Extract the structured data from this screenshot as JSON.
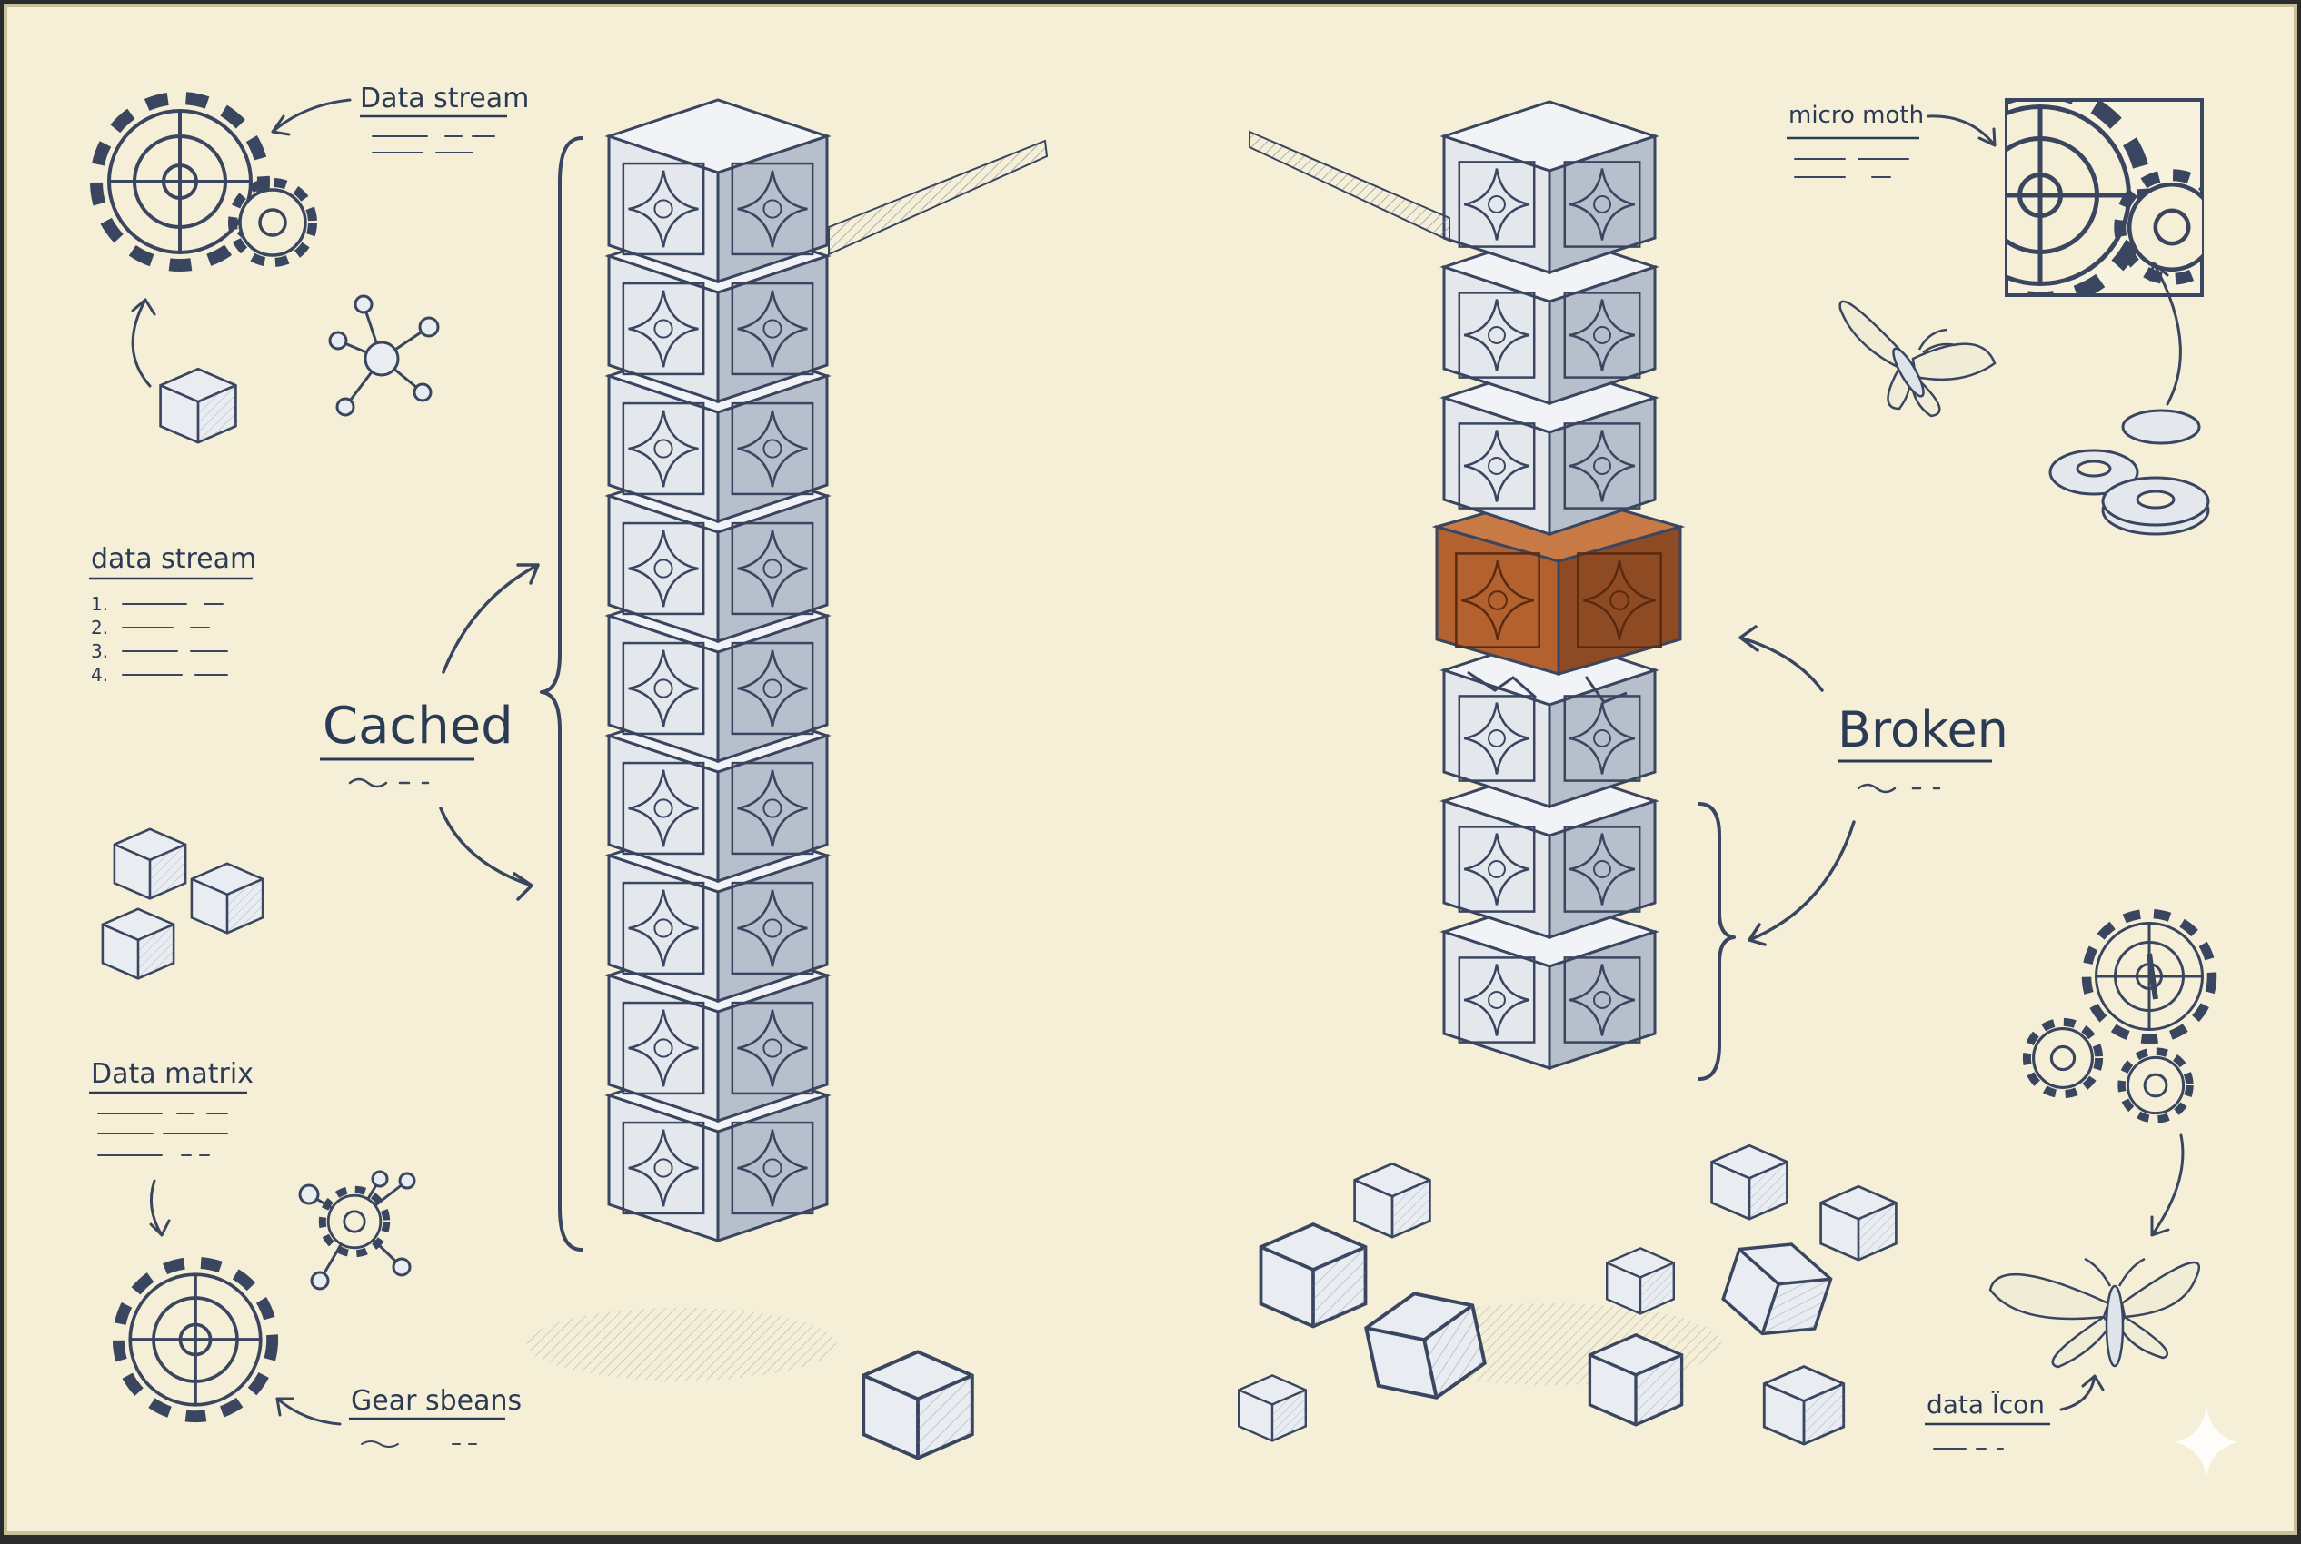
{
  "labels": {
    "data_stream_top": "Data stream",
    "data_stream_list_title": "data stream",
    "list_numbers": [
      "1.",
      "2.",
      "3.",
      "4."
    ],
    "cached": "Cached",
    "data_matrix": "Data matrix",
    "gear_sbeans": "Gear sbeans",
    "micro_moth": "micro moth",
    "broken": "Broken",
    "data_icon": "data l̈con"
  },
  "colors": {
    "paper": "#f4efd6",
    "ink": "#3a4560",
    "stone_light": "#e4e7ec",
    "stone_dark": "#b8bfcc",
    "broken_block": "#b3612e"
  },
  "columns": {
    "cached": {
      "block_count": 9,
      "state": "intact"
    },
    "broken": {
      "block_count": 7,
      "highlighted_block_index": 3,
      "state": "broken"
    }
  }
}
